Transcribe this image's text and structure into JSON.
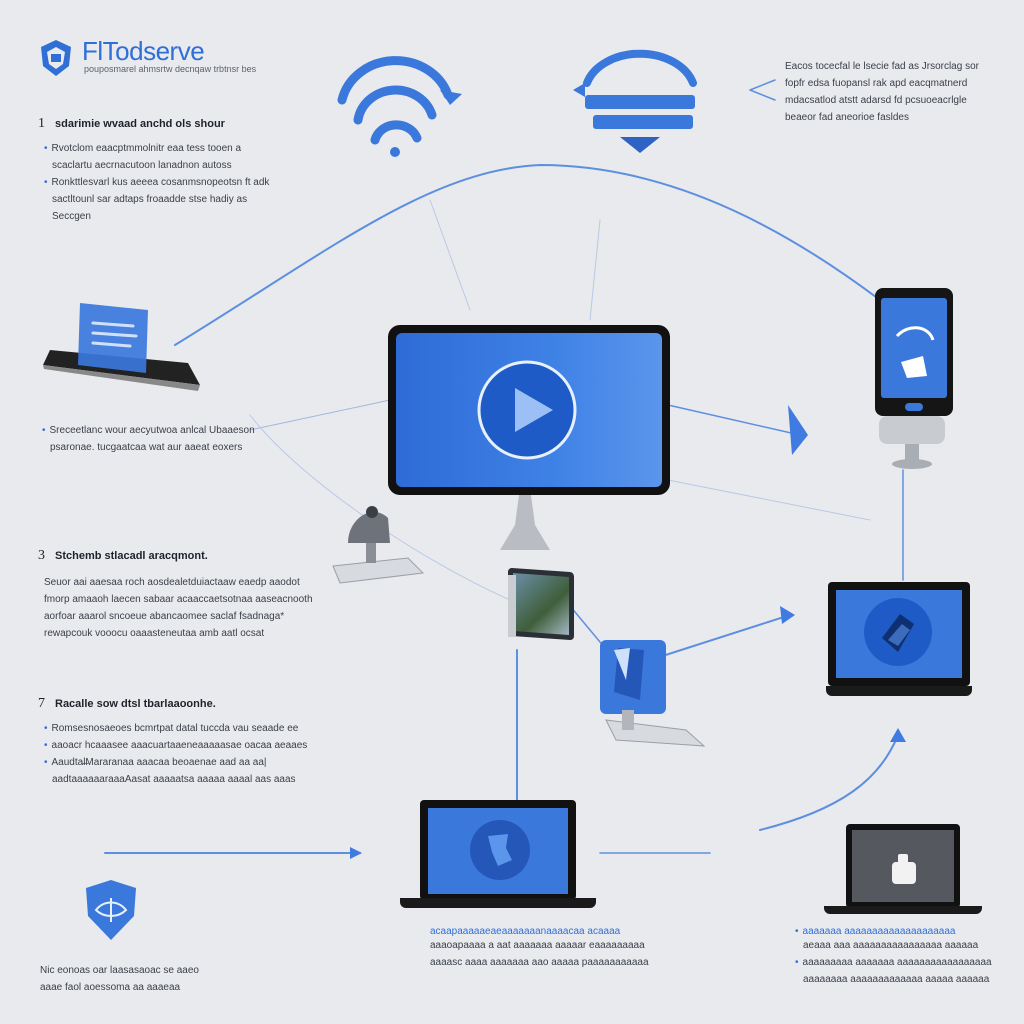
{
  "brand": {
    "name": "FlTodserve",
    "tagline": "pouposmarel ahmsrtw decnqaw trbtnsr bes",
    "colors": {
      "accent": "#2f6fd6",
      "dark": "#1b1d22",
      "background": "#e9eaed"
    }
  },
  "top_right_text": [
    "Eacos tocecfal le lsecie fad as Jrsorclag sor",
    "fopfr edsa fuopansl rak apd eacqmatnerd",
    "mdacsatlod atstt adarsd fd  pcsuoeacrlgle",
    "beaeor fad aneorioe fasldes"
  ],
  "section1": {
    "number": "1",
    "heading": "sdarimie wvaad anchd ols shour",
    "lines": [
      "Rvotclom eaacptmmolnitr eaa tess tooen a",
      "scaclartu aecrnacutoon lanadnon autoss",
      "Ronkttlesvarl kus aeeea cosanmsnopeotsn ft adk",
      "sactltounl  sar adtaps froaadde stse hadiy  as",
      "Seccgen"
    ]
  },
  "phone_caption": [
    "Sreceetlanc  wour aecyutwoa anlcal Ubaaeson",
    "psaronae. tucgaatcaa wat aur aaeat eoxers"
  ],
  "section3": {
    "number": "3",
    "heading": "Stchemb stlacadl aracqmont.",
    "lines": [
      "Seuor aai aaesaa roch aosdealetduiactaaw eaedp  aaodot",
      "fmorp amaaoh laecen sabaar acaaccaetsotnaa aaseacnooth",
      "aorfoar aaarol  sncoeue abancaomee  saclaf fsadnaga*",
      "rewapcouk vooocu oaaasteneutaa amb aatl ocsat"
    ]
  },
  "section7": {
    "number": "7",
    "heading": "Racalle sow dtsl tbarlaaoonhe.",
    "lines": [
      "Romsesnosaeoes bcmrtpat datal tuccda vau seaade ee",
      "aaoacr hcaaasee aaacuartaaeneaaaaasae oacaa aeaaes",
      "Aaudtal̶Mararanaa aaacaa beoaenae aad aa aa|",
      "aadtaaaaaaraaaAasat aaaaatsa  aaaaa aaaal aas aaas"
    ]
  },
  "shield_caption": [
    "Nic eonoas  oar laasasaoac  se aaeo",
    "aaae faol aoessoma aa aaaeaa"
  ],
  "laptop_caption": {
    "title": "acaapaaaaaeaeaaaaaaanaaaacaa acaaaa",
    "lines": [
      "aaaoapaaaa a aat aaaaaaa aaaaar eaaaaaaaaa",
      "aaaasc aaaa aaaaaaa aao  aaaaa paaaaaaaaaaa"
    ]
  },
  "right_caption": {
    "title": "aaaaaaa aaaaaaaaaaaaaaaaaaaa",
    "lines": [
      "aeaaa aaa aaaaaaaaaaaaaaaa aaaaaa",
      "aaaaaaaaa aaaaaaa aaaaaaaaaaaaaaaaa",
      "aaaaaaaa aaaaaaaaaaaaa aaaaa aaaaaa"
    ]
  },
  "icons": [
    "shield-logo-icon",
    "wifi-signal-icon",
    "router-signal-icon",
    "tablet-device-icon",
    "play-icon",
    "smartphone-kiosk-icon",
    "desk-lamp-icon",
    "photo-frame-icon",
    "desktop-monitor-icon",
    "laptop-icon",
    "dark-laptop-icon",
    "shield-icon",
    "arrow-icon"
  ]
}
